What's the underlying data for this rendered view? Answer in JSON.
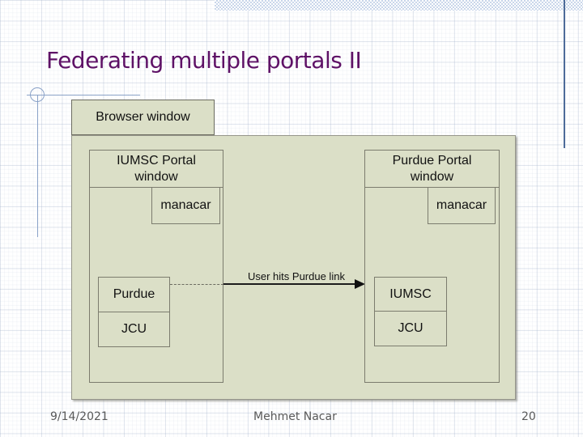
{
  "slide": {
    "title": "Federating multiple portals II",
    "footer": {
      "date": "9/14/2021",
      "author": "Mehmet Nacar",
      "page": "20"
    }
  },
  "diagram": {
    "browser_label": "Browser window",
    "left_portal": {
      "title": "IUMSC Portal window",
      "manacar_label": "manacar",
      "boxes": [
        "Purdue",
        "JCU"
      ]
    },
    "right_portal": {
      "title": "Purdue Portal window",
      "manacar_label": "manacar",
      "boxes": [
        "IUMSC",
        "JCU"
      ]
    },
    "arrow_label": "User hits Purdue link"
  },
  "colors": {
    "title_purple": "#5e1166",
    "box_fill": "#dbdfc7",
    "box_border": "#7c7c6e",
    "deco_blue": "#8aa2c8",
    "accent_bar_blue": "#c9d6ea",
    "right_line_blue": "#4d6b99",
    "footer_gray": "#595959"
  }
}
